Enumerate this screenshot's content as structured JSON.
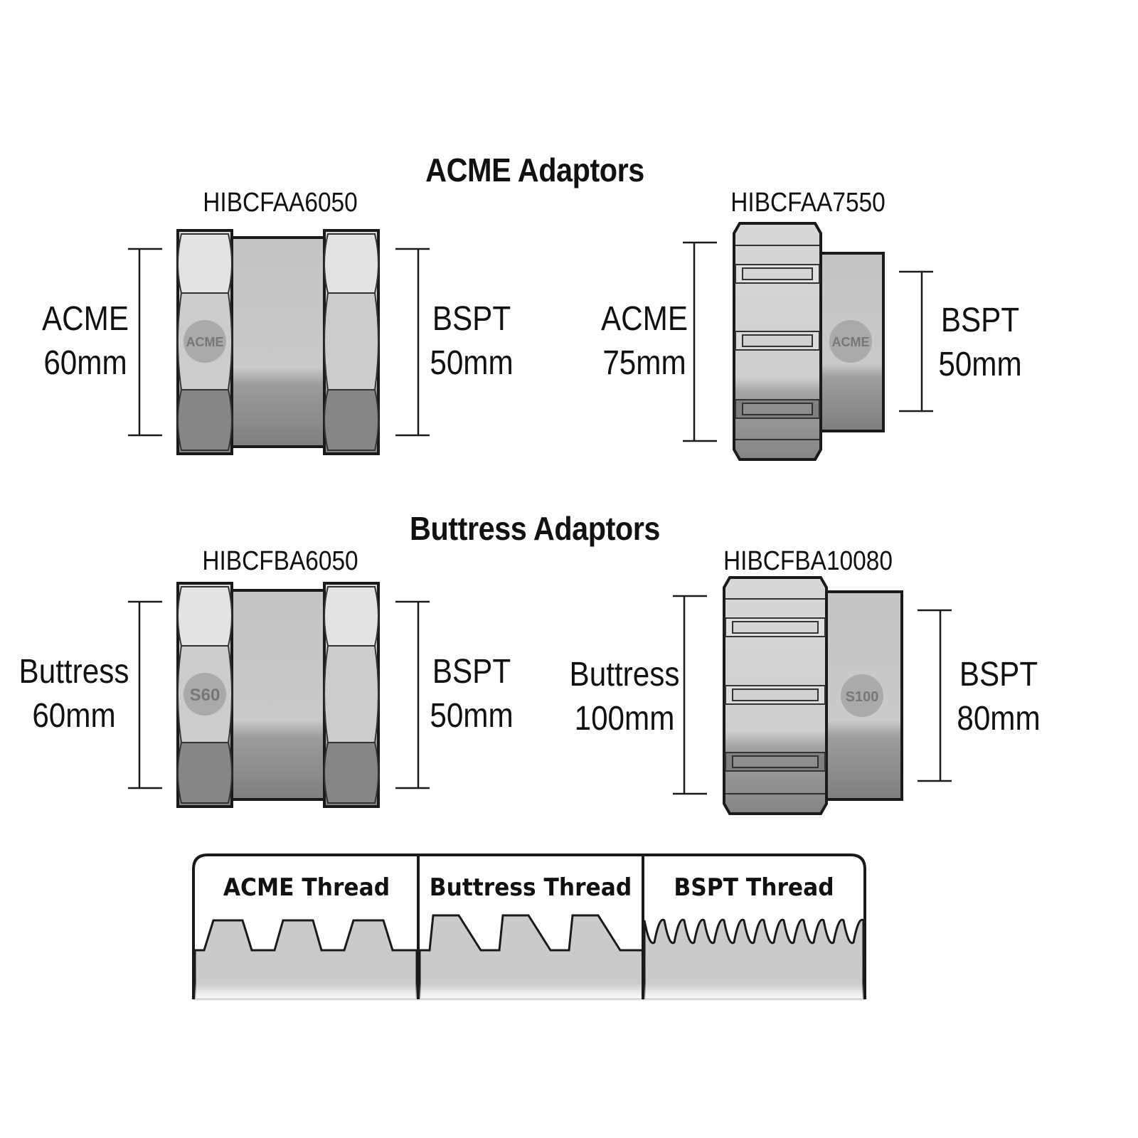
{
  "sections": {
    "acme_heading": "ACME Adaptors",
    "buttress_heading": "Buttress Adaptors"
  },
  "adaptors": [
    {
      "code": "HIBCFAA6050",
      "left_thread": "ACME",
      "left_size": "60mm",
      "right_thread": "BSPT",
      "right_size": "50mm",
      "badge": "ACME"
    },
    {
      "code": "HIBCFAA7550",
      "left_thread": "ACME",
      "left_size": "75mm",
      "right_thread": "BSPT",
      "right_size": "50mm",
      "badge": "ACME"
    },
    {
      "code": "HIBCFBA6050",
      "left_thread": "Buttress",
      "left_size": "60mm",
      "right_thread": "BSPT",
      "right_size": "50mm",
      "badge": "S60"
    },
    {
      "code": "HIBCFBA10080",
      "left_thread": "Buttress",
      "left_size": "100mm",
      "right_thread": "BSPT",
      "right_size": "80mm",
      "badge": "S100"
    }
  ],
  "threads": [
    {
      "label": "ACME Thread"
    },
    {
      "label": "Buttress Thread"
    },
    {
      "label": "BSPT Thread"
    }
  ],
  "colors": {
    "outline": "#1a1a1a",
    "body_light": "#cfd0d2",
    "body_dark": "#8a8b8d",
    "hex_light": "#e6e6e8",
    "badge_fill": "#a9aaac",
    "thread_fill": "#c8c9cb"
  }
}
